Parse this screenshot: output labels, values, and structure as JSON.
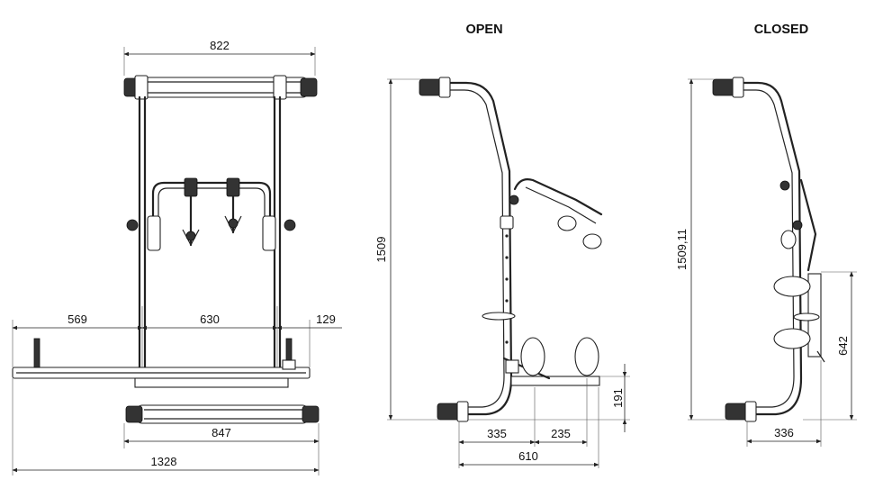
{
  "views": {
    "open_title": "OPEN",
    "closed_title": "CLOSED"
  },
  "front_view": {
    "dim_top_width": "822",
    "dim_left_overhang": "569",
    "dim_middle": "630",
    "dim_right_overhang": "129",
    "dim_bottom_bar": "847",
    "dim_total_width": "1328"
  },
  "open_view": {
    "dim_height": "1509",
    "dim_platform_height": "191",
    "dim_depth_a": "335",
    "dim_depth_b": "235",
    "dim_depth_total": "610"
  },
  "closed_view": {
    "dim_height": "1509,11",
    "dim_folded_height": "642",
    "dim_depth": "336"
  }
}
